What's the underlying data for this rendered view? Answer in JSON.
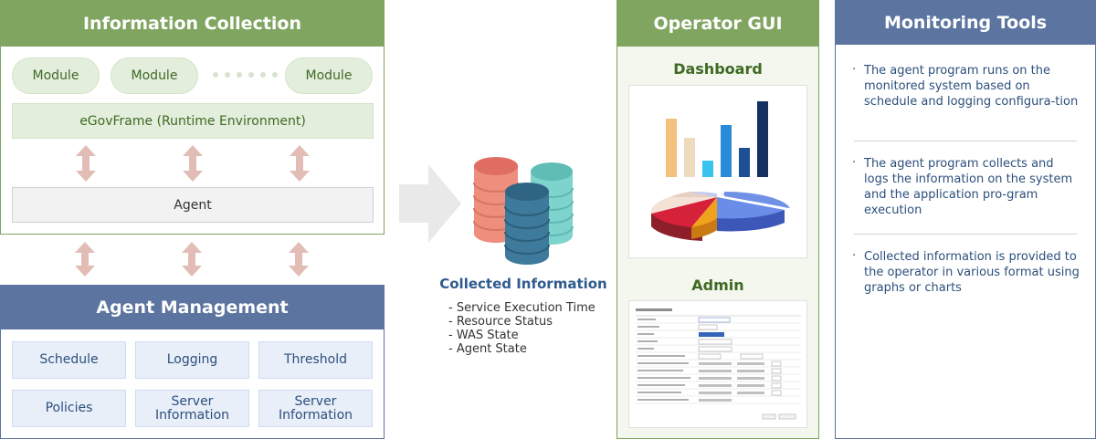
{
  "info_collection": {
    "title": "Information Collection",
    "modules": [
      "Module",
      "Module",
      "Module"
    ],
    "runtime": "eGovFrame (Runtime Environment)",
    "agent": "Agent"
  },
  "agent_management": {
    "title": "Agent Management",
    "cells": [
      {
        "line1": "Schedule",
        "line2": ""
      },
      {
        "line1": "Logging",
        "line2": ""
      },
      {
        "line1": "Threshold",
        "line2": ""
      },
      {
        "line1": "Policies",
        "line2": ""
      },
      {
        "line1": "Server",
        "line2": "Information"
      },
      {
        "line1": "Server",
        "line2": "Information"
      }
    ]
  },
  "collected": {
    "title": "Collected Information",
    "items": [
      "- Service Execution Time",
      "- Resource Status",
      "- WAS State",
      "- Agent State"
    ]
  },
  "operator_gui": {
    "title": "Operator GUI",
    "dashboard_label": "Dashboard",
    "admin_label": "Admin"
  },
  "monitoring_tools": {
    "title": "Monitoring Tools",
    "items": [
      {
        "bullet": "·",
        "text": "The agent program runs on the monitored system based on schedule and logging configura-tion"
      },
      {
        "bullet": "·",
        "text": "The agent program collects and logs the information on the system and the application pro-gram execution"
      },
      {
        "bullet": "·",
        "text": "Collected information is provided to the operator in various format using graphs or charts"
      }
    ]
  },
  "colors": {
    "green_header": "#7fa560",
    "blue_header": "#5b74a0",
    "arrow_pink": "#e2bdb6",
    "arrow_gray": "#e9e9e9"
  }
}
